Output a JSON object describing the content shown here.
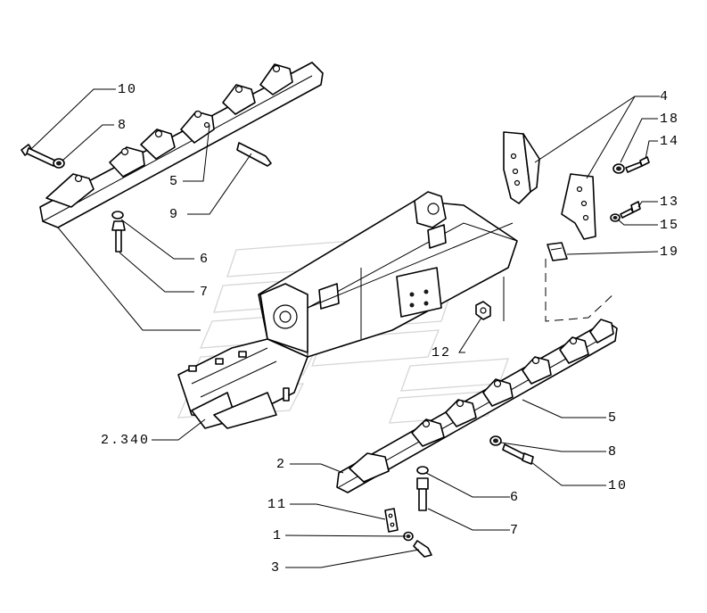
{
  "callouts": [
    {
      "id": "c-10-top",
      "text": "10"
    },
    {
      "id": "c-8-top",
      "text": "8"
    },
    {
      "id": "c-5-top",
      "text": "5"
    },
    {
      "id": "c-9",
      "text": "9"
    },
    {
      "id": "c-6-top",
      "text": "6"
    },
    {
      "id": "c-7-top",
      "text": "7"
    },
    {
      "id": "c-4",
      "text": "4"
    },
    {
      "id": "c-18",
      "text": "18"
    },
    {
      "id": "c-14",
      "text": "14"
    },
    {
      "id": "c-13",
      "text": "13"
    },
    {
      "id": "c-15",
      "text": "15"
    },
    {
      "id": "c-19",
      "text": "19"
    },
    {
      "id": "c-12",
      "text": "12"
    },
    {
      "id": "c-2340",
      "text": "2.340"
    },
    {
      "id": "c-5-bot",
      "text": "5"
    },
    {
      "id": "c-8-bot",
      "text": "8"
    },
    {
      "id": "c-10-bot",
      "text": "10"
    },
    {
      "id": "c-2",
      "text": "2"
    },
    {
      "id": "c-6-bot",
      "text": "6"
    },
    {
      "id": "c-11",
      "text": "11"
    },
    {
      "id": "c-7-bot",
      "text": "7"
    },
    {
      "id": "c-1",
      "text": "1"
    },
    {
      "id": "c-3",
      "text": "3"
    }
  ]
}
